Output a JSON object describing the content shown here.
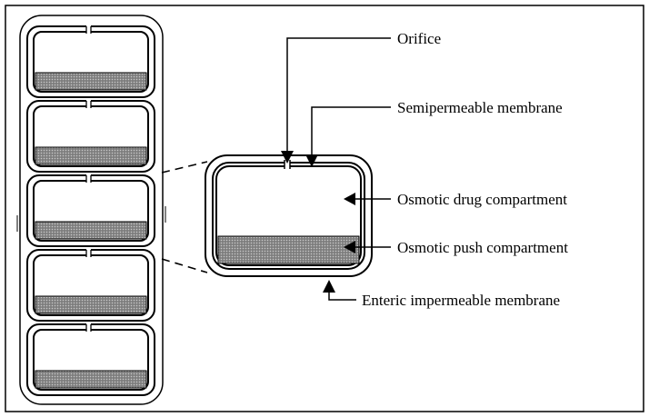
{
  "colors": {
    "stroke": "#000000",
    "background": "#ffffff",
    "push_fill": "#7f7f7f"
  },
  "labels": {
    "orifice": "Orifice",
    "semipermeable": "Semipermeable membrane",
    "drug_compartment": "Osmotic drug compartment",
    "push_compartment": "Osmotic push compartment",
    "enteric": "Enteric impermeable membrane"
  },
  "strip": {
    "cells": [
      {
        "name": "cell-1"
      },
      {
        "name": "cell-2"
      },
      {
        "name": "cell-3"
      },
      {
        "name": "cell-4"
      },
      {
        "name": "cell-5"
      }
    ]
  }
}
